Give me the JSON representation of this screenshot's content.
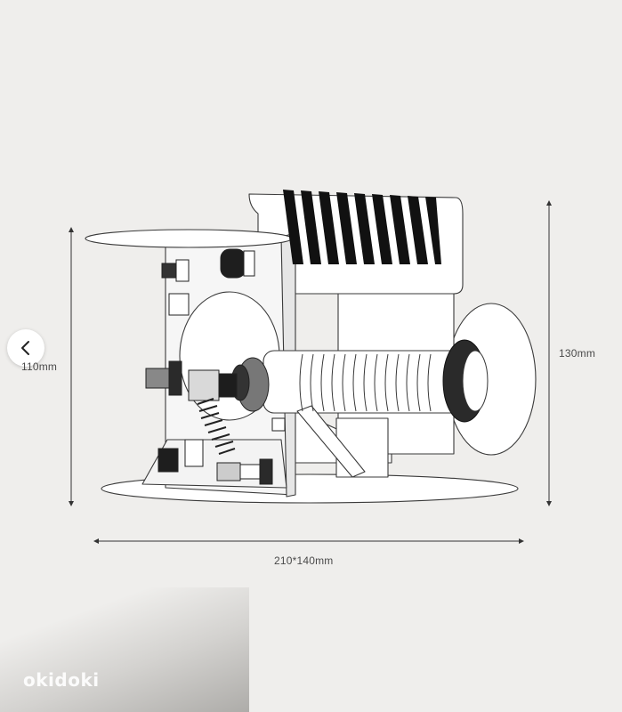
{
  "dimensions": {
    "height_left": "110mm",
    "height_right": "130mm",
    "base": "210*140mm"
  },
  "nav": {
    "back_icon": "chevron-left-icon"
  },
  "watermark": {
    "text": "okidoki"
  },
  "colors": {
    "background": "#efeeec",
    "line": "#3a3a3a",
    "fill": "#ffffff",
    "dark": "#1a1a1a"
  }
}
